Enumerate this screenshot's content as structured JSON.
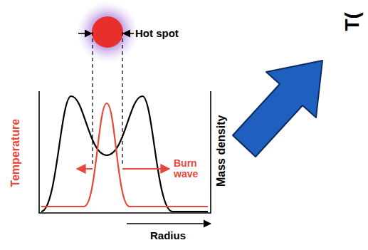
{
  "diagram": {
    "labels": [
      "T(",
      "Hot spot",
      "Temperature",
      "Burn wave",
      "Mass density",
      "Radius"
    ]
  }
}
